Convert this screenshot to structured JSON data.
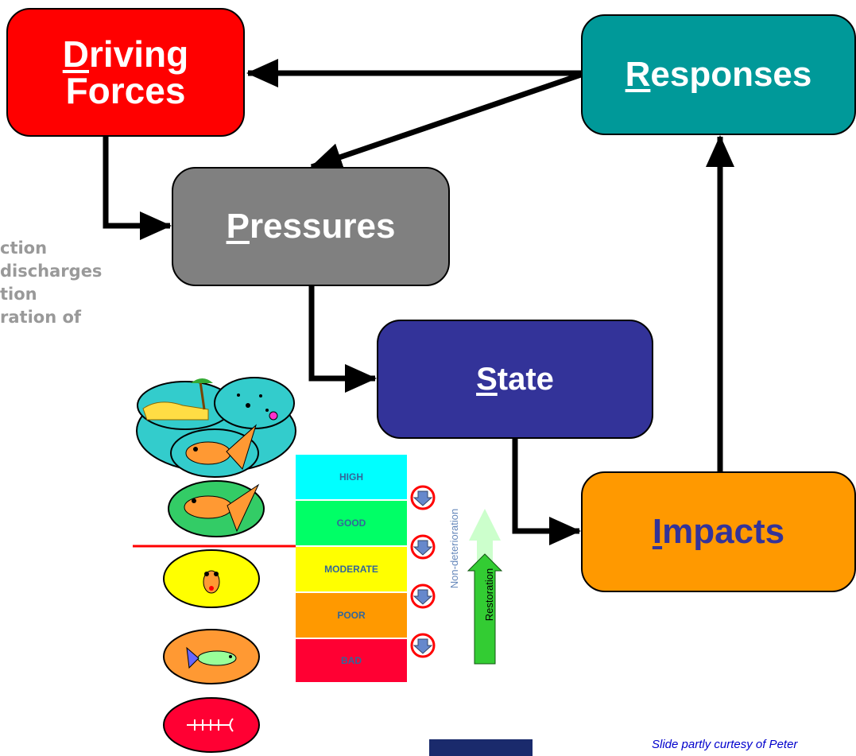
{
  "nodes": {
    "driving": {
      "first": "D",
      "rest_line1": "riving",
      "line2": "Forces"
    },
    "responses": {
      "first": "R",
      "rest": "esponses"
    },
    "pressures": {
      "first": "P",
      "rest": "ressures"
    },
    "state": {
      "first": "S",
      "rest": "tate"
    },
    "impacts": {
      "first": "I",
      "rest": "mpacts"
    }
  },
  "left_list": [
    "ction",
    "discharges",
    "tion",
    "ration of"
  ],
  "status_classes": [
    "HIGH",
    "GOOD",
    "MODERATE",
    "POOR",
    "BAD"
  ],
  "arrows": {
    "non_deterioration": "Non-deterioration",
    "restoration": "Restoration"
  },
  "credit": "Slide partly curtesy of Peter",
  "colors": {
    "driving": "#ff0000",
    "responses": "#009999",
    "pressures": "#808080",
    "state": "#333399",
    "impacts": "#ff9900"
  }
}
